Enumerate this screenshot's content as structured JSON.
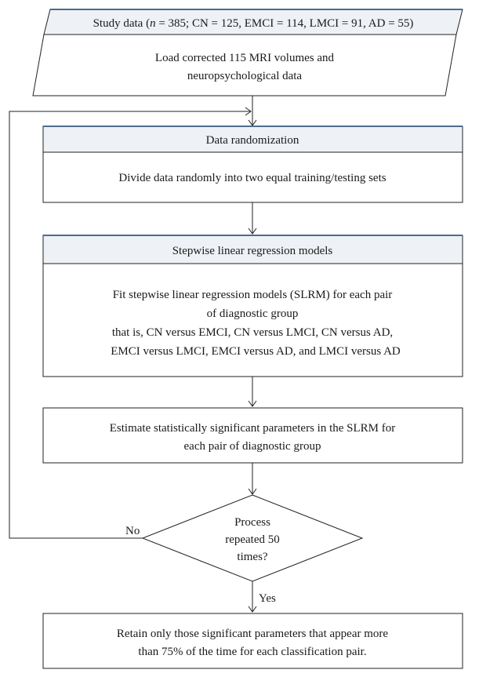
{
  "study_header": {
    "prefix": "Study data (",
    "n_symbol": "n",
    "rest": " = 385; CN = 125, EMCI = 114, LMCI = 91, AD = 55)"
  },
  "load_step": {
    "lines": [
      "Load corrected 115 MRI volumes and",
      "neuropsychological data"
    ]
  },
  "randomization": {
    "header": "Data randomization",
    "body": "Divide data randomly into two equal training/testing sets"
  },
  "regression": {
    "header": "Stepwise linear regression models",
    "lines": [
      "Fit stepwise linear regression models (SLRM) for each pair",
      "of diagnostic group",
      "that is, CN versus EMCI, CN versus LMCI, CN versus AD,",
      "EMCI versus LMCI, EMCI versus AD, and LMCI versus AD"
    ]
  },
  "estimate": {
    "lines": [
      "Estimate statistically significant parameters in the SLRM for",
      "each pair of diagnostic group"
    ]
  },
  "decision": {
    "lines": [
      "Process",
      "repeated 50",
      "times?"
    ],
    "no_label": "No",
    "yes_label": "Yes"
  },
  "retain": {
    "lines": [
      "Retain only those significant parameters that appear more",
      "than 75% of the time for each classification pair."
    ]
  },
  "colors": {
    "header_fill": "#eef1f5",
    "header_accent": "#4c6d8f",
    "stroke": "#222222"
  }
}
